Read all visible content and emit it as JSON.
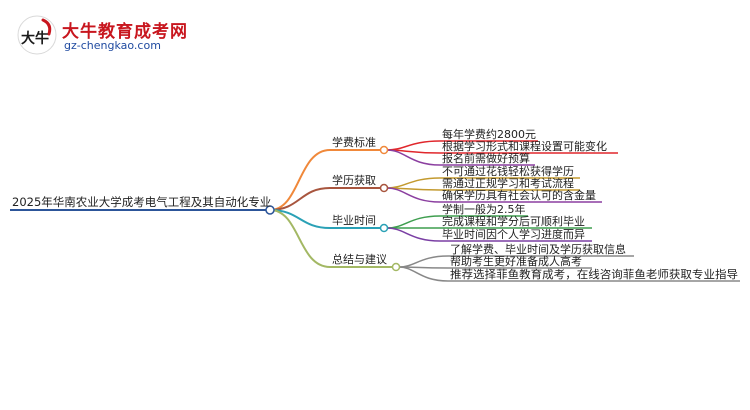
{
  "logo": {
    "title": "大牛教育成考网",
    "url": "gz-chengkao.com",
    "mark_text": "大牛"
  },
  "mindmap": {
    "root": "2025年华南农业大学成考电气工程及其自动化专业",
    "branches": [
      {
        "label": "学费标准",
        "color": "#f0883a",
        "leaves": [
          "每年学费约2800元",
          "根据学习形式和课程设置可能变化",
          "报名前需做好预算"
        ]
      },
      {
        "label": "学历获取",
        "color": "#a8553e",
        "leaves": [
          "不可通过花钱轻松获得学历",
          "需通过正规学习和考试流程",
          "确保学历具有社会认可的含金量"
        ]
      },
      {
        "label": "毕业时间",
        "color": "#2aa1b6",
        "leaves": [
          "学制一般为2.5年",
          "完成课程和学分后可顺利毕业",
          "毕业时间因个人学习进度而异"
        ]
      },
      {
        "label": "总结与建议",
        "color": "#a3b864",
        "leaves": [
          "了解学费、毕业时间及学历获取信息",
          "帮助考生更好准备成人高考",
          "推荐选择菲鱼教育成考，在线咨询菲鱼老师获取专业指导"
        ]
      }
    ]
  },
  "colors": {
    "root_line": "#2c5599",
    "leaf_lines": [
      "#e0272c",
      "#c39a2f",
      "#8b3fa0",
      "#3e9e4f",
      "#7a3fa4"
    ],
    "logo_red": "#c8161e",
    "logo_blue": "#1f4aa0"
  }
}
